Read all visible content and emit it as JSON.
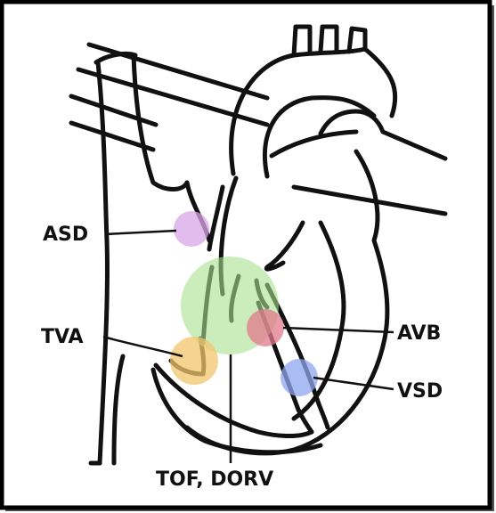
{
  "figure": {
    "labels": {
      "asd": "ASD",
      "tva": "TVA",
      "avb": "AVB",
      "vsd": "VSD",
      "tof_dorv": "TOF, DORV"
    },
    "colors": {
      "border": "#000000",
      "outline": "#111111",
      "asd_highlight": "#d8a6e6",
      "tof_dorv_highlight": "#a8e08e",
      "tva_highlight": "#f2c66e",
      "avb_highlight": "#e27a8c",
      "vsd_highlight": "#8ea6ec"
    }
  }
}
